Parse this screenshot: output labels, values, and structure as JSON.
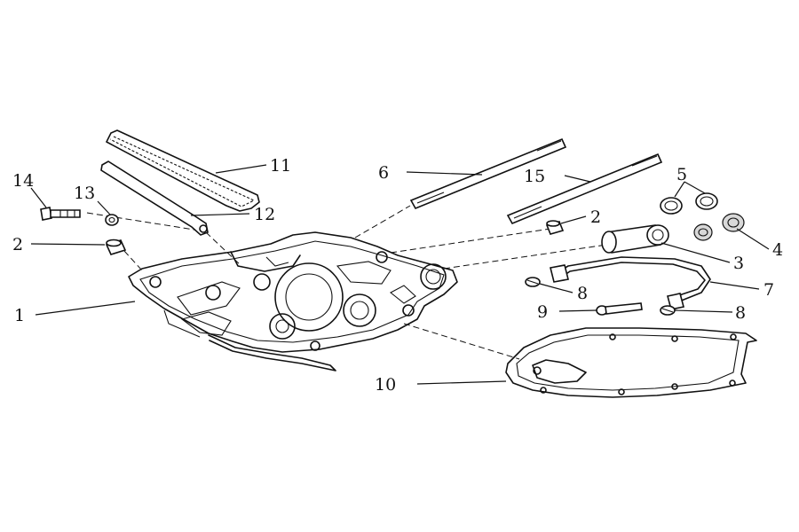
{
  "callouts": {
    "c1": "1",
    "c2a": "2",
    "c2b": "2",
    "c3": "3",
    "c4": "4",
    "c5": "5",
    "c6": "6",
    "c7": "7",
    "c8a": "8",
    "c8b": "8",
    "c9": "9",
    "c10": "10",
    "c11": "11",
    "c12": "12",
    "c13": "13",
    "c14": "14",
    "c15": "15"
  }
}
